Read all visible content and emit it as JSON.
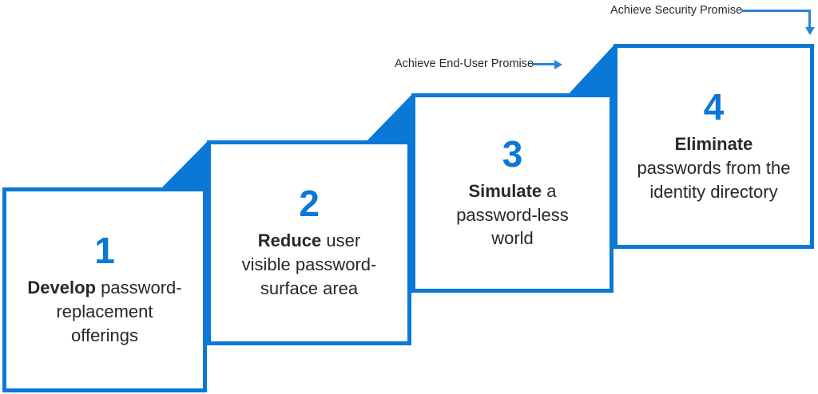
{
  "colors": {
    "accent_blue": "#0b78d7",
    "arrow_blue": "#2b84dc",
    "text_dark": "#282828"
  },
  "annotations": {
    "end_user_promise": "Achieve End-User Promise",
    "security_promise": "Achieve Security Promise"
  },
  "steps": [
    {
      "number": "1",
      "bold": "Develop",
      "rest": " password-\nreplacement\nofferings"
    },
    {
      "number": "2",
      "bold": "Reduce",
      "rest": " user\nvisible password-\nsurface area"
    },
    {
      "number": "3",
      "bold": "Simulate",
      "rest": " a\npassword-less\nworld"
    },
    {
      "number": "4",
      "bold": "Eliminate",
      "rest": "\npasswords from the\nidentity directory"
    }
  ]
}
